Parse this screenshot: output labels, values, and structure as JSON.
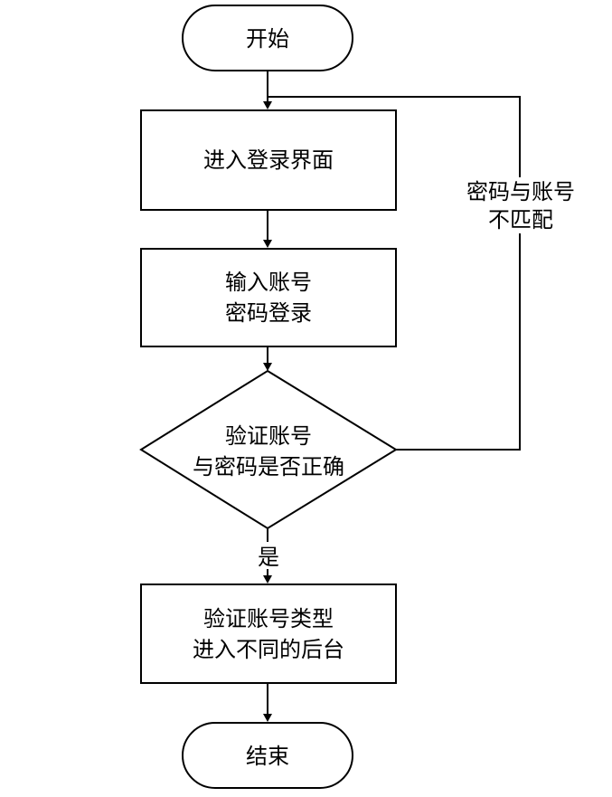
{
  "nodes": {
    "start": "开始",
    "login_screen": "进入登录界面",
    "input_credentials": [
      "输入账号",
      "密码登录"
    ],
    "verify": [
      "验证账号",
      "与密码是否正确"
    ],
    "route_by_type": [
      "验证账号类型",
      "进入不同的后台"
    ],
    "end": "结束"
  },
  "edges": {
    "yes_label": "是",
    "mismatch_label": [
      "密码与账号",
      "不匹配"
    ]
  }
}
